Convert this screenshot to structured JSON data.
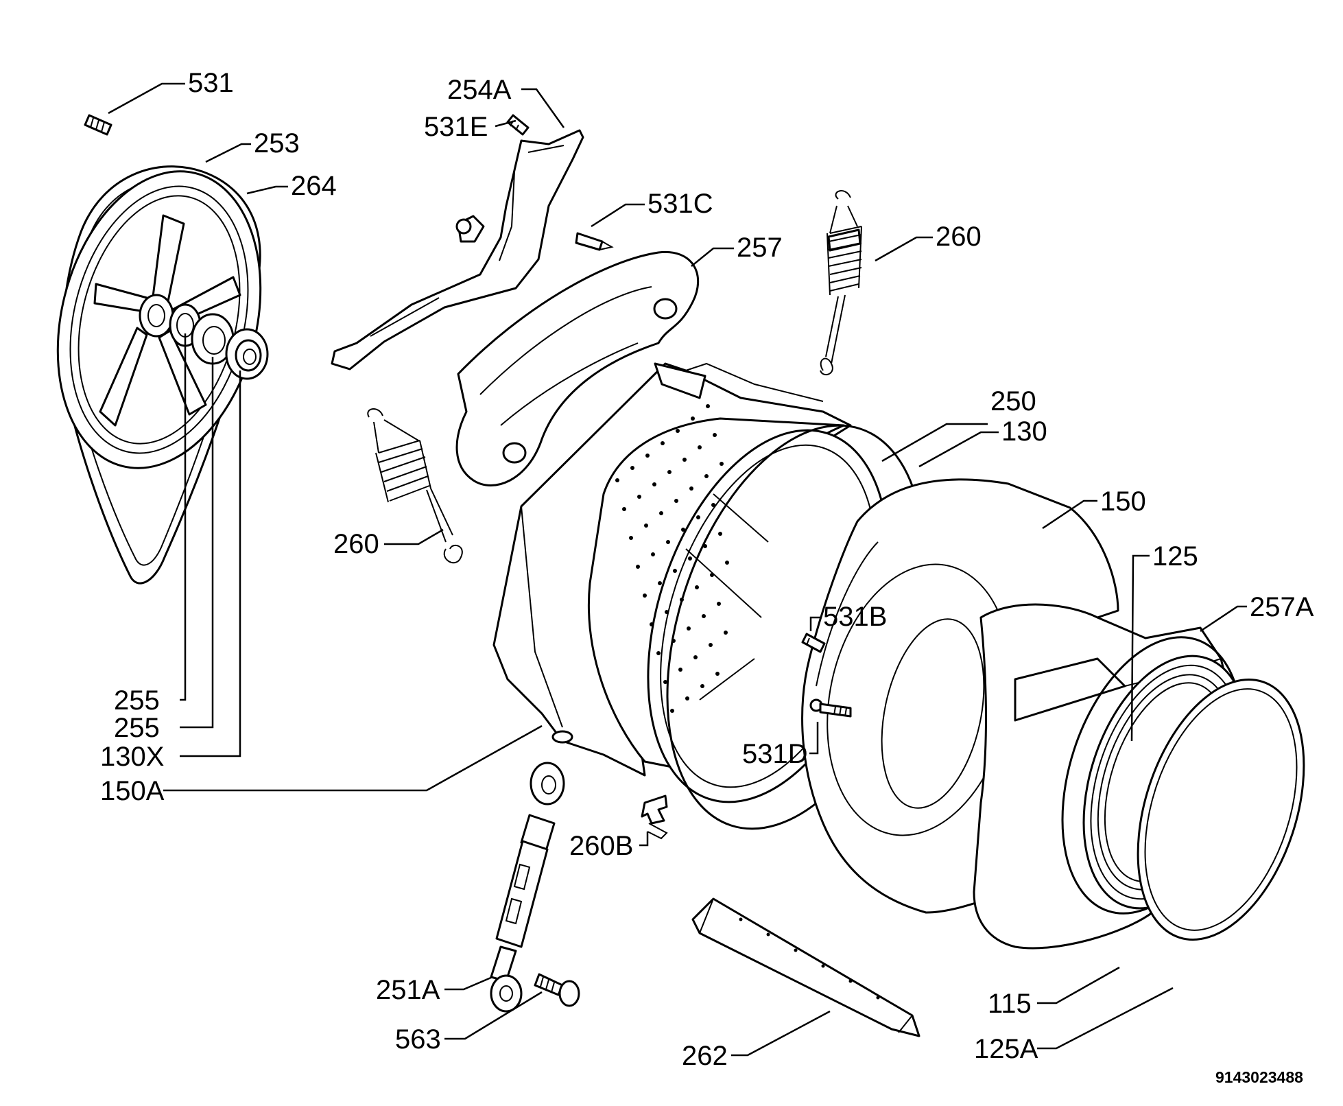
{
  "diagram": {
    "doc_number": "9143023488",
    "labels": {
      "l531": "531",
      "l254A": "254A",
      "l531E": "531E",
      "l253": "253",
      "l264": "264",
      "l531C": "531C",
      "l257": "257",
      "l260a": "260",
      "l260b": "260",
      "l250": "250",
      "l130": "130",
      "l150": "150",
      "l125": "125",
      "l257A": "257A",
      "l531B": "531B",
      "l531D": "531D",
      "l255a": "255",
      "l255b": "255",
      "l130X": "130X",
      "l150A": "150A",
      "l260B": "260B",
      "l251A": "251A",
      "l563": "563",
      "l262": "262",
      "l115": "115",
      "l125A": "125A"
    }
  }
}
